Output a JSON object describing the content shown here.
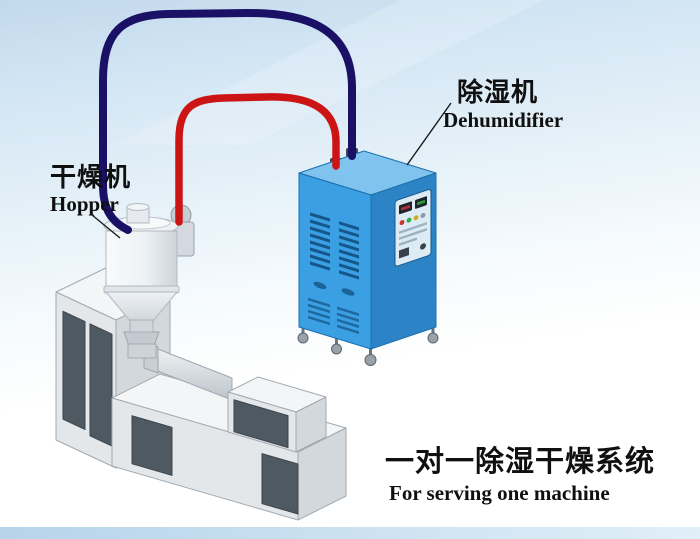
{
  "labels": {
    "dryer_zh": "干燥机",
    "dryer_en": "Hopper",
    "dehumidifier_zh": "除湿机",
    "dehumidifier_en": "Dehumidifier",
    "caption_zh": "一对一除湿干燥系统",
    "caption_en": "For serving one machine"
  },
  "colors": {
    "supply_pipe_navy": "#1a1166",
    "return_pipe_red": "#cc1414",
    "dehumidifier_front": "#3b9fe3",
    "dehumidifier_side": "#2c84c6",
    "dehumidifier_top": "#7fc3ee",
    "machine_front_gray": "#e3e7ea",
    "door_panel_dark": "#4e5962",
    "background_top_blue": "#c2d9ec"
  }
}
